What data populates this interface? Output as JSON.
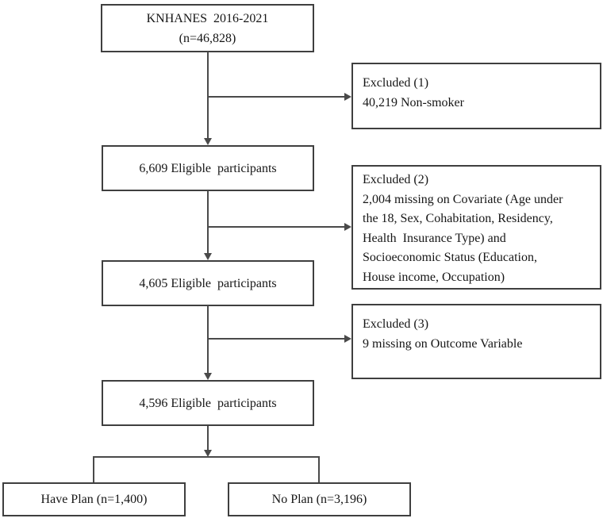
{
  "diagram": {
    "colors": {
      "border": "#3f3f3f",
      "connector": "#4a4a4a",
      "text": "#161616",
      "background": "#ffffff"
    },
    "top_box": {
      "line1": "KNHANES  2016-2021",
      "line2": "(n=46,828)"
    },
    "eligible_boxes": [
      {
        "label": "6,609 Eligible  participants"
      },
      {
        "label": "4,605 Eligible  participants"
      },
      {
        "label": "4,596 Eligible  participants"
      }
    ],
    "excluded_boxes": [
      {
        "title": "Excluded (1)",
        "lines": [
          "40,219 Non-smoker"
        ]
      },
      {
        "title": "Excluded (2)",
        "lines": [
          "2,004 missing on Covariate (Age under",
          "the 18, Sex, Cohabitation, Residency,",
          "Health  Insurance Type) and",
          "Socioeconomic Status (Education,",
          "House income, Occupation)"
        ]
      },
      {
        "title": "Excluded (3)",
        "lines": [
          "9 missing on Outcome Variable"
        ]
      }
    ],
    "outcome_boxes": [
      {
        "label": "Have Plan (n=1,400)"
      },
      {
        "label": "No Plan (n=3,196)"
      }
    ]
  }
}
